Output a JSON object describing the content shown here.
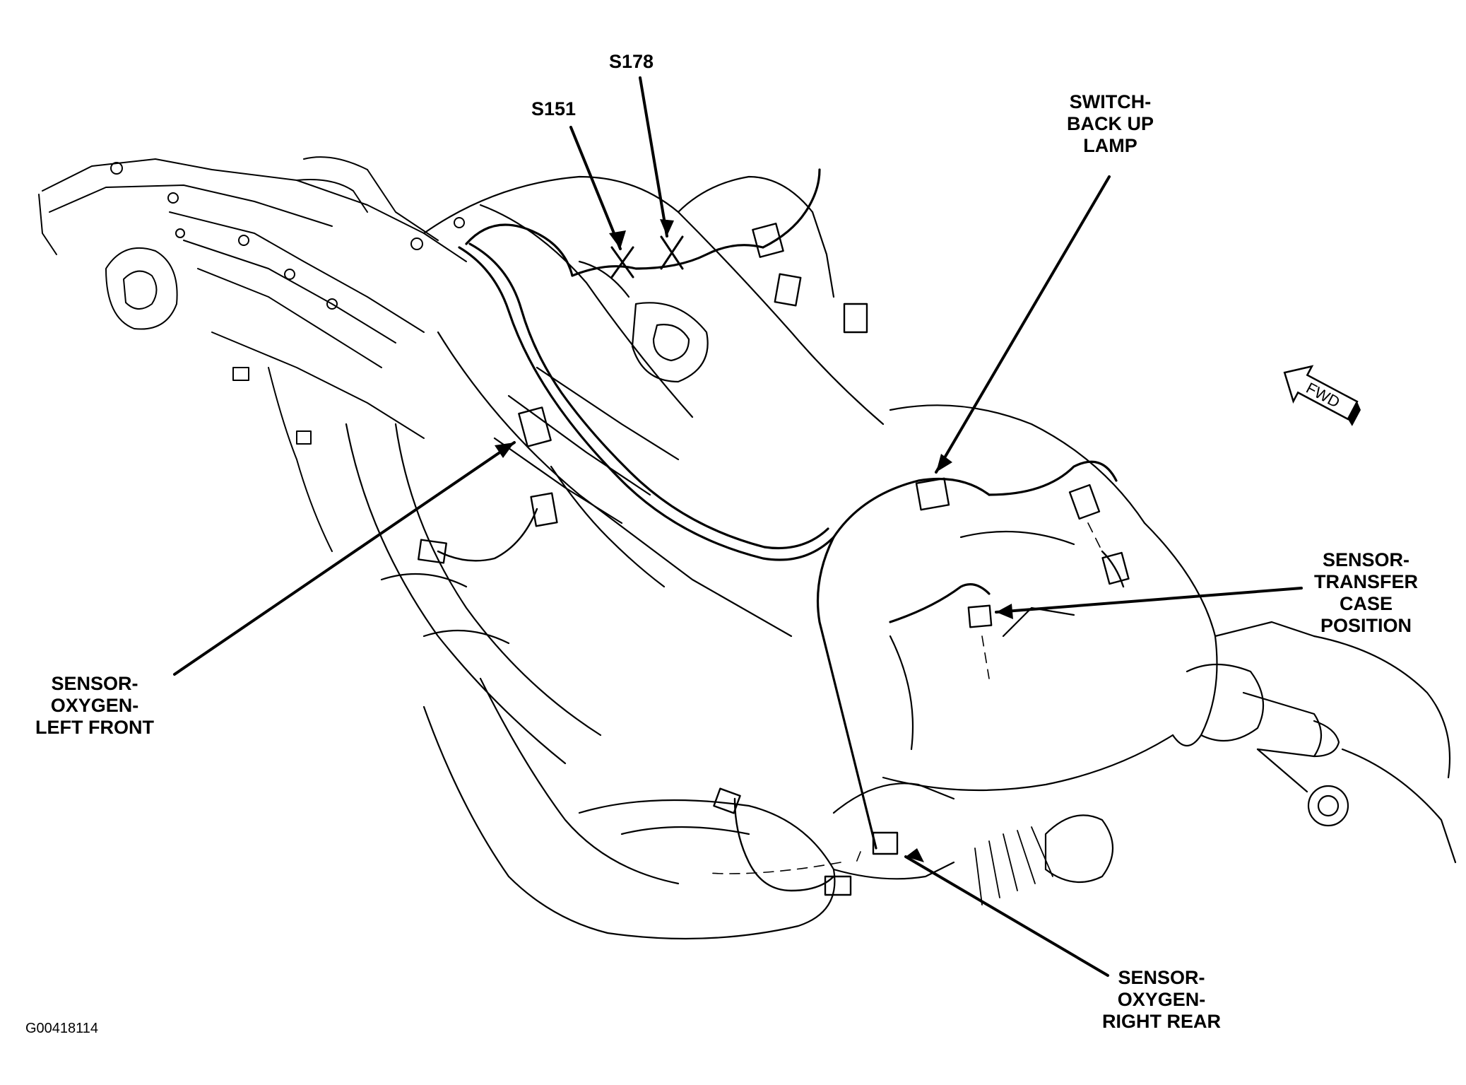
{
  "callouts": {
    "s178": {
      "lines": [
        "S178"
      ]
    },
    "s151": {
      "lines": [
        "S151"
      ]
    },
    "switch_back_up_lamp": {
      "lines": [
        "SWITCH-",
        "BACK UP",
        "LAMP"
      ]
    },
    "sensor_transfer_case_position": {
      "lines": [
        "SENSOR-",
        "TRANSFER",
        "CASE",
        "POSITION"
      ]
    },
    "sensor_oxygen_left_front": {
      "lines": [
        "SENSOR-",
        "OXYGEN-",
        "LEFT FRONT"
      ]
    },
    "sensor_oxygen_right_rear": {
      "lines": [
        "SENSOR-",
        "OXYGEN-",
        "RIGHT REAR"
      ]
    }
  },
  "direction_indicator": {
    "label": "FWD",
    "icon": "arrow-left-icon"
  },
  "figure_id": "G00418114",
  "colors": {
    "ink": "#000000",
    "paper": "#ffffff"
  }
}
